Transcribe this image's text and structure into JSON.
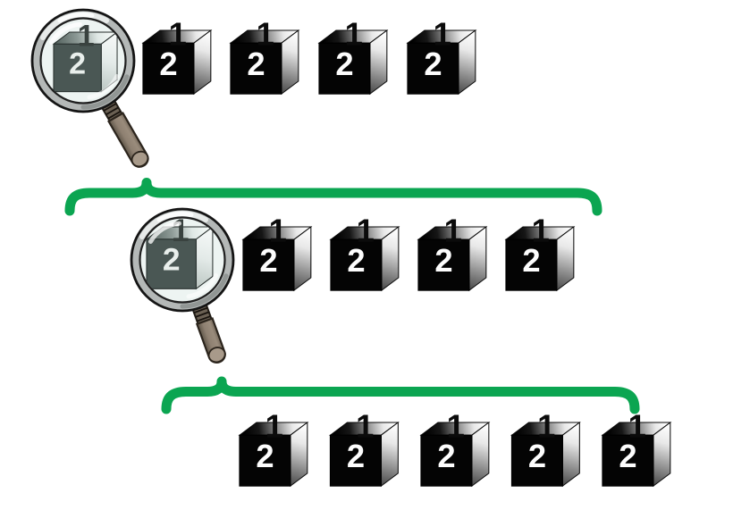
{
  "colors": {
    "background": "#FFFFFF",
    "brace": "#0BA551",
    "cube_front": "#000000",
    "cube_top_number": "#000000",
    "cube_front_number": "#FFFFFF",
    "lens_cube_front": "#4A5754",
    "magnifier_glass": "#EDF4F2",
    "magnifier_rim": "#B4B8B7",
    "magnifier_handle": "#8B7D6E"
  },
  "rows": [
    {
      "id": "row-top",
      "magnifier": {
        "icon": "magnifying-glass-icon",
        "cube": {
          "top": "1",
          "front": "2"
        }
      },
      "cubes": [
        {
          "top": "1",
          "front": "2"
        },
        {
          "top": "1",
          "front": "2"
        },
        {
          "top": "1",
          "front": "2"
        },
        {
          "top": "1",
          "front": "2"
        }
      ]
    },
    {
      "id": "row-middle",
      "magnifier": {
        "icon": "magnifying-glass-icon",
        "cube": {
          "top": "1",
          "front": "2"
        }
      },
      "cubes": [
        {
          "top": "1",
          "front": "2"
        },
        {
          "top": "1",
          "front": "2"
        },
        {
          "top": "1",
          "front": "2"
        },
        {
          "top": "1",
          "front": "2"
        }
      ]
    },
    {
      "id": "row-bottom",
      "magnifier": null,
      "cubes": [
        {
          "top": "1",
          "front": "2"
        },
        {
          "top": "1",
          "front": "2"
        },
        {
          "top": "1",
          "front": "2"
        },
        {
          "top": "1",
          "front": "2"
        },
        {
          "top": "1",
          "front": "2"
        }
      ]
    }
  ]
}
